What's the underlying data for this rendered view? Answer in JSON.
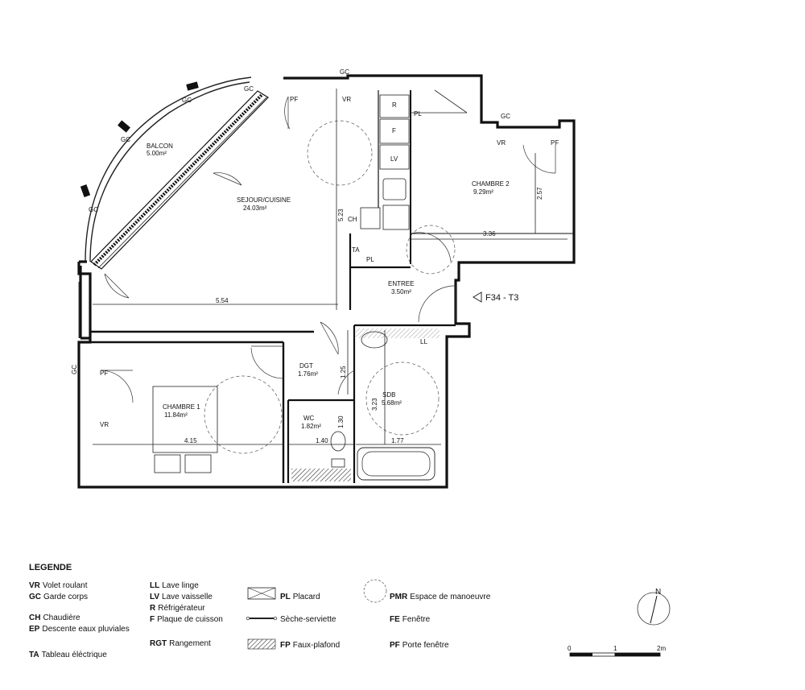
{
  "rooms": {
    "balcon": {
      "name": "BALCON",
      "area": "5.00m²"
    },
    "sejour": {
      "name": "SEJOUR/CUISINE",
      "area": "24.03m²"
    },
    "chambre2": {
      "name": "CHAMBRE 2",
      "area": "9.29m²"
    },
    "entree": {
      "name": "ENTREE",
      "area": "3.50m²"
    },
    "dgt": {
      "name": "DGT",
      "area": "1.76m²"
    },
    "sdb": {
      "name": "SDB",
      "area": "5.68m²"
    },
    "wc": {
      "name": "WC",
      "area": "1.82m²"
    },
    "chambre1": {
      "name": "CHAMBRE 1",
      "area": "11.84m²"
    }
  },
  "dimensions": {
    "sejour_width": "5.54",
    "sejour_depth": "5.23",
    "chambre2_width": "3.36",
    "chambre2_depth": "2.57",
    "chambre1_width": "4.15",
    "dgt_width": "1.25",
    "wc_width": "1.40",
    "wc_depth": "1.30",
    "sdb_width": "1.77",
    "sdb_depth": "3.23"
  },
  "tags": {
    "gc": "GC",
    "vr": "VR",
    "pf": "PF",
    "pl": "PL",
    "r": "R",
    "f": "F",
    "lv": "LV",
    "ch": "CH",
    "ta": "TA",
    "ll": "LL"
  },
  "lot_label": "F34 - T3",
  "legend": {
    "title": "LEGENDE",
    "col1": [
      {
        "code": "VR",
        "text": "Volet roulant"
      },
      {
        "code": "GC",
        "text": "Garde corps"
      },
      {
        "code": "CH",
        "text": "Chaudière"
      },
      {
        "code": "EP",
        "text": "Descente eaux pluviales"
      },
      {
        "code": "TA",
        "text": "Tableau éléctrique"
      }
    ],
    "col2": [
      {
        "code": "LL",
        "text": "Lave linge"
      },
      {
        "code": "LV",
        "text": "Lave vaisselle"
      },
      {
        "code": "R",
        "text": "Réfrigérateur"
      },
      {
        "code": "F",
        "text": "Plaque de cuisson"
      },
      {
        "code": "RGT",
        "text": "Rangement"
      }
    ],
    "col3": [
      {
        "code": "PL",
        "text": "Placard"
      },
      {
        "code": "",
        "text": "Sèche-serviette"
      },
      {
        "code": "FP",
        "text": "Faux-plafond"
      }
    ],
    "col4": [
      {
        "code": "PMR",
        "text": "Espace de manoeuvre"
      },
      {
        "code": "FE",
        "text": "Fenêtre"
      },
      {
        "code": "PF",
        "text": "Porte fenêtre"
      }
    ]
  },
  "north": "N",
  "scale": {
    "ticks": [
      "0",
      "1",
      "2m"
    ]
  }
}
